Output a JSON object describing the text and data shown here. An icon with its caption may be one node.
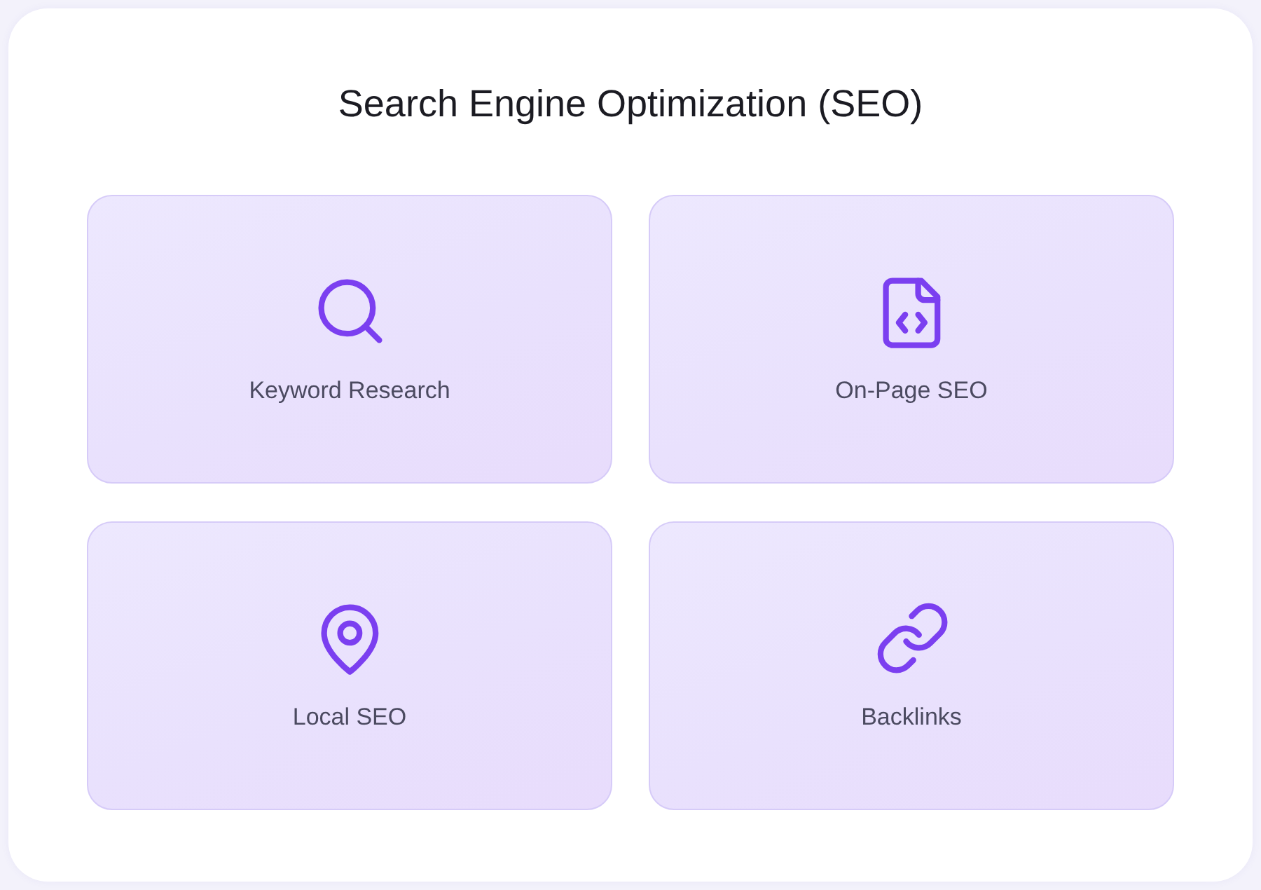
{
  "diagram": {
    "title": "Search Engine Optimization (SEO)",
    "nodes": [
      {
        "text": [
          "Keyword Research"
        ]
      },
      {
        "text": [
          "On-Page SEO"
        ]
      },
      {
        "text": [
          "Local SEO"
        ]
      },
      {
        "text": [
          "Backlinks"
        ]
      }
    ],
    "edges": []
  }
}
